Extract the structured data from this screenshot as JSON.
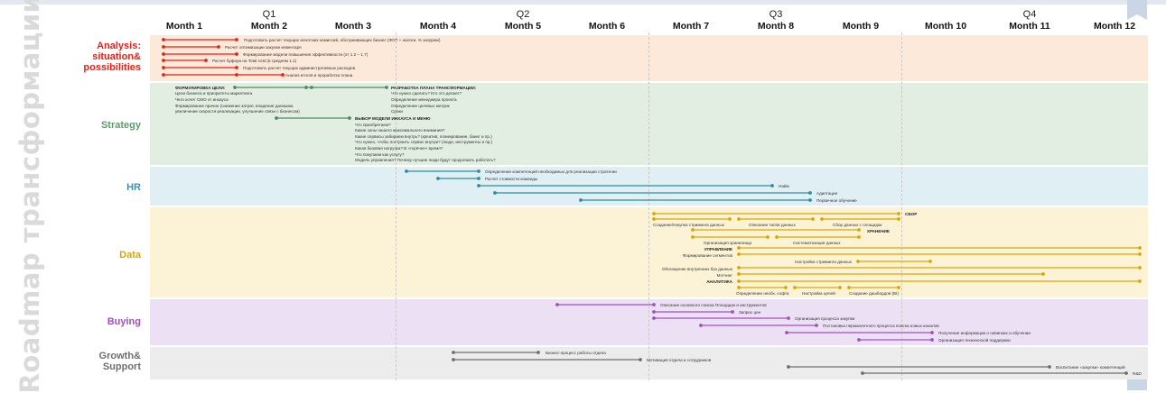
{
  "title": "Roadmap трансформации",
  "quarters": [
    "Q1",
    "Q2",
    "Q3",
    "Q4"
  ],
  "months": [
    "Month 1",
    "Month 2",
    "Month 3",
    "Month 4",
    "Month 5",
    "Month 6",
    "Month 7",
    "Month 8",
    "Month 9",
    "Month 10",
    "Month 11",
    "Month 12"
  ],
  "lanes": [
    {
      "label_lines": [
        "Analysis:",
        "situation&",
        "possibilities"
      ],
      "color": "#e2231a"
    },
    {
      "label_lines": [
        "Strategy"
      ],
      "color": "#5f9a6c"
    },
    {
      "label_lines": [
        "HR"
      ],
      "color": "#3a93a6"
    },
    {
      "label_lines": [
        "Data"
      ],
      "color": "#d9a800"
    },
    {
      "label_lines": [
        "Buying"
      ],
      "color": "#a24fc0"
    },
    {
      "label_lines": [
        "Growth&",
        "Support"
      ],
      "color": "#6e6e6e"
    }
  ],
  "lane_colors": {
    "analysis_bg": "#fde9d9",
    "strategy_bg": "#e1eee1",
    "hr_bg": "#dfeff4",
    "data_bg": "#fcf3d6",
    "buying_bg": "#ece0f4",
    "growth_bg": "#ececec"
  },
  "bar_colors": {
    "red": "#e2231a",
    "green": "#4f8a5d",
    "teal": "#2e8c9e",
    "yellow": "#d9a800",
    "purple": "#a24fc0",
    "gray": "#6e6e6e"
  },
  "analysis_items": [
    "Подготовить расчет текущих агентских комиссий, обслуживающих бизнес (ФОТ + налоги, % загрузки)",
    "Расчет оптимизации закупки инвентаря",
    "Формирование модели повышения эффективности (от 1.2 – 1.7)",
    "Расчет буфера на Total cost (в среднем 1.1)",
    "Подготовить расчет текущих административных расходов",
    "Анализ итогов и проработка плана"
  ],
  "strategy_items": {
    "formulation_title": "ФОРМУЛИРОВКА ЦЕЛИ:",
    "formulation_lines": [
      "Цели бизнеса и приоритеты маркетинга",
      "Чего хочет СМО от инхауса",
      "Формирование причин (снижение затрат, владение данными,",
      "увеличение скорости реализации, улучшение связи с бизнесом)"
    ],
    "plan_title": "РАЗРАБОТКА ПЛАНА ТРАНСФОРМАЦИИ:",
    "plan_lines": [
      "Что нужно сделать? Кто это делает?",
      "Определение менеджера проекта",
      "Определение целевых метрик",
      "Сроки"
    ],
    "model_title": "ВЫБОР МОДЕЛИ ИНХАУСА И МЕНЮ",
    "model_lines": [
      "Что приобретаем?",
      "Какие зоны нашего максимального внимания?",
      "Какие сервисы забираем внутрь? (креатив, планирование, баинг и пр.)",
      "Что нужно, чтобы построить сервис внутри? (люди, инструменты и пр.)",
      "Какая базовая нагрузка? В «горячее» время?",
      "Что покупаем как услугу?",
      "Модель управления? Почему лучшие люди будут продолжать работать?"
    ]
  },
  "hr_items": [
    "Определение компетенций необходимых для реализации стратегии",
    "Расчет стоимости команды",
    "Найм",
    "Адаптация",
    "Первичное обучение"
  ],
  "data_items": {
    "cbor": "СБОР",
    "streaming": "Создание/покупка стриминга данных",
    "types": "Описание типов данных",
    "sites": "Сбор данных с площадок",
    "storage_title": "ХРАНЕНИЕ",
    "storage_org": "Организация хранилища",
    "systematize": "Систематизация данных",
    "mgmt_title": "УПРАВЛЕНИЕ",
    "segments": "Формирование сегментов",
    "stream_setup": "Настройка стриминга данных",
    "enrich": "Обогащение внутренних баз данных",
    "matching": "Мэтчинг",
    "analytics_title": "АНАЛИТИКА",
    "software": "Определение необх. софта",
    "goals": "Настройка целей",
    "dashboards": "Создание дашбордов (BI)"
  },
  "buying_items": [
    "Описание основного списка Площадок и инструментов",
    "Запрос цен",
    "Организация процесса закупки",
    "Постановка перманентного процесса поиска новых каналов",
    "Получение информации о новинках и обучении",
    "Организация технической поддержки"
  ],
  "growth_items": [
    "Бизнес-процесс работы отдела",
    "Мотивация отдела и сотрудников",
    "Воспитание «закупки» компетенций",
    "R&D"
  ]
}
